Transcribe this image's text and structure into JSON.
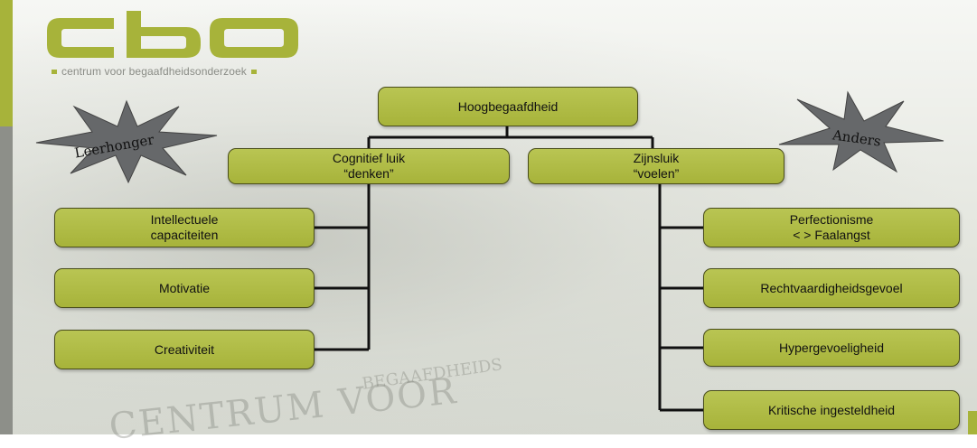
{
  "brand": {
    "logo_text": "CBO",
    "tagline": "centrum voor begaafdheidsonderzoek",
    "colors": {
      "accent": "#a7b33a",
      "gray": "#8d8f89"
    }
  },
  "diagram": {
    "root": "Hoogbegaafdheid",
    "left_branch": {
      "title": "Cognitief luik\n“denken”",
      "items": [
        "Intellectuele\ncapaciteiten",
        "Motivatie",
        "Creativiteit"
      ]
    },
    "right_branch": {
      "title": "Zijnsluik\n“voelen”",
      "items": [
        "Perfectionisme\n< > Faalangst",
        "Rechtvaardigheidsgevoel",
        "Hypergevoeligheid",
        "Kritische ingesteldheid"
      ]
    },
    "stars": {
      "left": "Leerhonger",
      "right": "Anders"
    }
  },
  "background_text": {
    "line1": "CENTRUM VOOR",
    "line2": "BEGAAFDHEIDS"
  }
}
